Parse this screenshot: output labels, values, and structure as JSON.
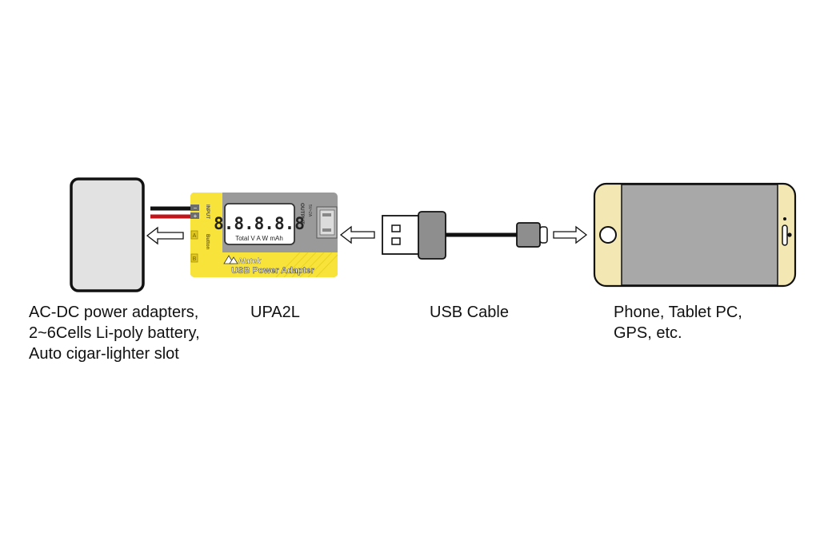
{
  "captions": {
    "source": [
      "AC-DC power adapters,",
      "2~6Cells Li-poly battery,",
      "Auto cigar-lighter slot"
    ],
    "adapter": "UPA2L",
    "cable": "USB Cable",
    "device": [
      "Phone, Tablet PC,",
      "GPS, etc."
    ]
  },
  "adapter_board": {
    "brand": "Matek",
    "product_name": "USB Power Adapter",
    "display_digits": "8.8.8.8.8",
    "display_legend": "Total V A W mAh",
    "input_label": "INPUT",
    "output_label": "OUTPUT",
    "output_rating": "5V=2A",
    "button_label": "Button",
    "pad_a": "A",
    "pad_b": "B",
    "minus_sign": "−",
    "plus_sign": "+"
  },
  "icons": [
    "power-source-icon",
    "usb-power-adapter-board",
    "usb-cable-icon",
    "smartphone-icon",
    "left-arrow-icon",
    "right-arrow-icon"
  ],
  "colors": {
    "board_yellow": "#f7e33a",
    "board_grey": "#9a9a9a",
    "phone_bezel": "#f3e7b3",
    "phone_screen": "#a8a8a8",
    "source_fill": "#e2e2e2",
    "wire_red": "#c0161b",
    "wire_black": "#111111"
  }
}
